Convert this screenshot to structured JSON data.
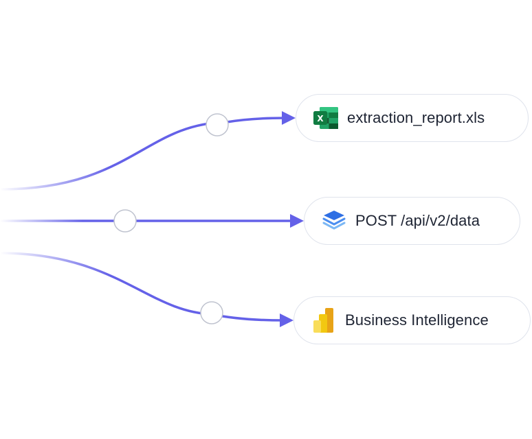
{
  "colors": {
    "flow_line": "#6461e8",
    "node_border": "#dfe3ec",
    "connector_border": "#bfc3cf",
    "label_text": "#1e2433"
  },
  "destinations": [
    {
      "label": "extraction_report.xls",
      "icon": "excel-icon"
    },
    {
      "label": "POST /api/v2/data",
      "icon": "layers-icon"
    },
    {
      "label": "Business Intelligence",
      "icon": "power-bi-icon"
    }
  ]
}
